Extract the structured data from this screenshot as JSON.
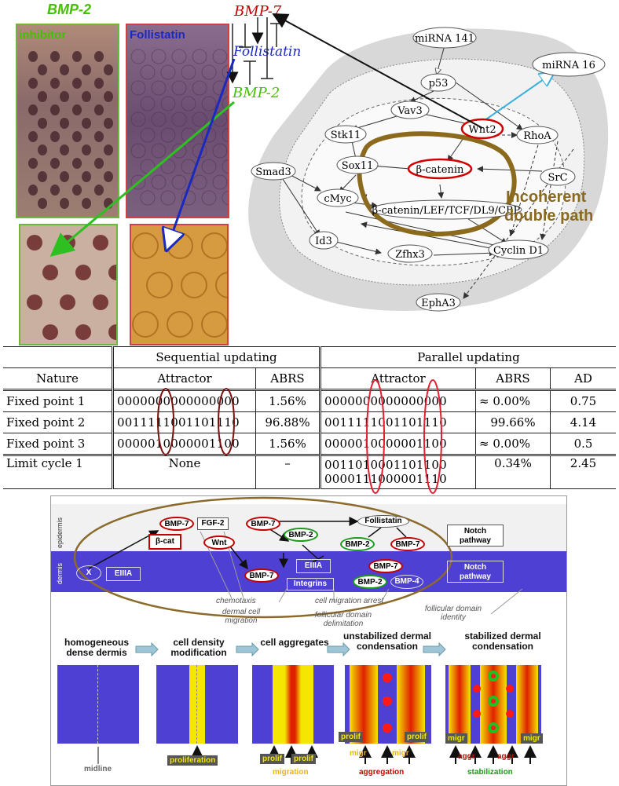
{
  "photos": {
    "bmp2_title": "BMP-2",
    "inhibitor_label": "inhibitor",
    "follistatin_label": "Follistatin"
  },
  "cascade": {
    "bmp7": "BMP-7",
    "follistatin": "Follistatin",
    "bmp2": "BMP-2"
  },
  "network": {
    "nodes": {
      "mirna141": "miRNA 141",
      "mirna16": "miRNA 16",
      "p53": "p53",
      "vav3": "Vav3",
      "wnt2": "Wnt2",
      "stk11": "Stk11",
      "rhoa": "RhoA",
      "sox11": "Sox11",
      "bcatenin": "β-catenin",
      "smad3": "Smad3",
      "src": "SrC",
      "cmyc": "cMyc",
      "lef": "β-catenin/LEF/TCF/DL9/CBP",
      "id3": "Id3",
      "zfhx3": "Zfhx3",
      "cyclind1": "Cyclin D1",
      "epha3": "EphA3"
    },
    "annotation_line1": "Incoherent",
    "annotation_line2": "double path"
  },
  "table": {
    "group_sequential": "Sequential updating",
    "group_parallel": "Parallel updating",
    "headers": {
      "nature": "Nature",
      "attractor_seq": "Attractor",
      "abrs_seq": "ABRS",
      "attractor_par": "Attractor",
      "abrs_par": "ABRS",
      "ad": "AD"
    },
    "rows": [
      {
        "nature": "Fixed point 1",
        "seq_attr": "0000000000000000",
        "seq_abrs": "1.56%",
        "par_attr": "0000000000000000",
        "par_abrs": "≈ 0.00%",
        "ad": "0.75"
      },
      {
        "nature": "Fixed point 2",
        "seq_attr": "0011111001101110",
        "seq_abrs": "96.88%",
        "par_attr": "0011111001101110",
        "par_abrs": "99.66%",
        "ad": "4.14"
      },
      {
        "nature": "Fixed point 3",
        "seq_attr": "0000010000001100",
        "seq_abrs": "1.56%",
        "par_attr": "0000010000001100",
        "par_abrs": "≈ 0.00%",
        "ad": "0.5"
      }
    ],
    "limit": {
      "nature": "Limit cycle 1",
      "seq_attr": "None",
      "seq_abrs": "–",
      "par_attr1": "0011010001101100",
      "par_attr2": "0000111000001110",
      "par_abrs": "0.34%",
      "ad": "2.45"
    }
  },
  "bottom": {
    "epidermis": "epidermis",
    "dermis": "dermis",
    "bmp7": "BMP-7",
    "fgf2": "FGF-2",
    "bcat": "β-cat",
    "wnt": "Wnt",
    "bmp7_b": "BMP-7",
    "bmp2_a": "BMP-2",
    "follistatin": "Follistatin",
    "bmp2_b": "BMP-2",
    "bmp7_c": "BMP-7",
    "notch1": "Notch pathway",
    "x": "X",
    "eiiia_a": "EIIIA",
    "bmp7_d": "BMP-7",
    "eiiia_b": "EIIIA",
    "integrins": "Integrins",
    "bmp7_e": "BMP-7",
    "bmp2_c": "BMP-2",
    "bmp4": "BMP-4",
    "notch2": "Notch pathway",
    "chemotaxis": "chemotaxis",
    "dermal_migration": "dermal cell migration",
    "migration_arrest": "cell migration arrest",
    "follicular_delim": "follicular domain delimitation",
    "follicular_identity": "follicular domain identity",
    "stages": [
      "homogeneous dense dermis",
      "cell density modification",
      "cell aggregates",
      "unstabilized dermal condensation",
      "stabilized dermal condensation"
    ],
    "midline": "midline",
    "proliferation": "proliferation",
    "prolif": "prolif",
    "migration": "migration",
    "migr": "migr",
    "aggregation": "aggregation",
    "aggr": "aggr",
    "stabilization": "stabilization"
  },
  "colors": {
    "dermis_blue": "#4f40d4",
    "oval_brown": "#8b6a2b",
    "annotation_brown": "#8b6a1e",
    "red": "#d00000",
    "green": "#1a9a1a",
    "yellow": "#f5e600"
  }
}
